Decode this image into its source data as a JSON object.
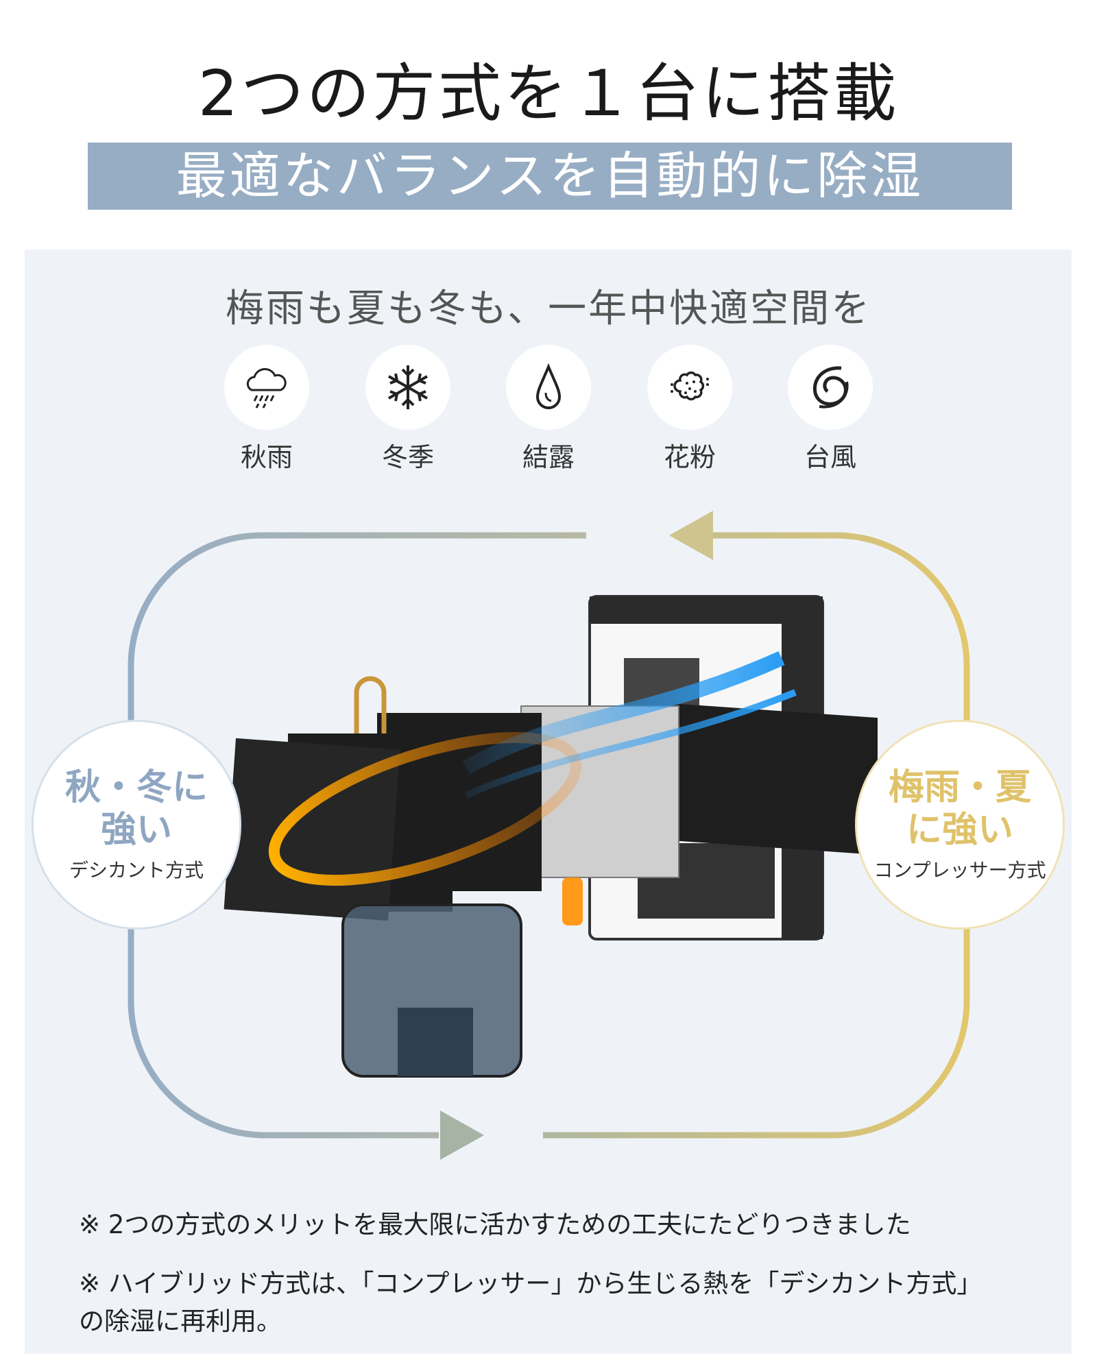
{
  "header": {
    "title": "2つの方式を１台に搭載",
    "banner": "最適なバランスを自動的に除湿"
  },
  "panel": {
    "subtitle": "梅雨も夏も冬も、一年中快適空間を",
    "icons": [
      {
        "icon": "rain-cloud-icon",
        "label": "秋雨"
      },
      {
        "icon": "snowflake-icon",
        "label": "冬季"
      },
      {
        "icon": "water-drop-icon",
        "label": "結露"
      },
      {
        "icon": "pollen-icon",
        "label": "花粉"
      },
      {
        "icon": "typhoon-icon",
        "label": "台風"
      }
    ],
    "left_mode": {
      "headline_1": "秋・冬に",
      "headline_2": "強い",
      "name": "デシカント方式",
      "color": "#97adc4"
    },
    "right_mode": {
      "headline_1": "梅雨・夏",
      "headline_2": "に強い",
      "name": "コンプレッサー方式",
      "color": "#e3c76d"
    },
    "notes": [
      "※  2つの方式のメリットを最大限に活かすための工夫にたどりつきました",
      "※  ハイブリッド方式は、「コンプレッサー」から生じる熱を「デシカント方式」",
      "の除湿に再利用。"
    ]
  }
}
